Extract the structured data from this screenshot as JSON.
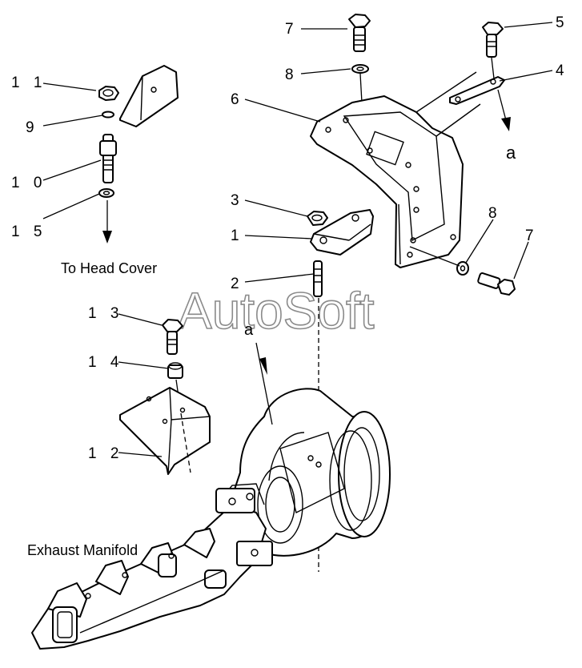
{
  "diagram": {
    "labels": {
      "to_head_cover": "To Head Cover",
      "exhaust_manifold": "Exhaust Manifold",
      "view_a_top": "a",
      "view_a_mid": "a"
    },
    "watermark": "AutoSoft",
    "callouts": {
      "p1": "1",
      "p2": "2",
      "p3": "3",
      "p4": "4",
      "p5": "5",
      "p6": "6",
      "p7a": "7",
      "p7b": "7",
      "p8a": "8",
      "p8b": "8",
      "p9": "9",
      "p10": "1 0",
      "p11": "1 1",
      "p12": "1 2",
      "p13": "1 3",
      "p14": "1 4",
      "p15": "1 5"
    }
  }
}
